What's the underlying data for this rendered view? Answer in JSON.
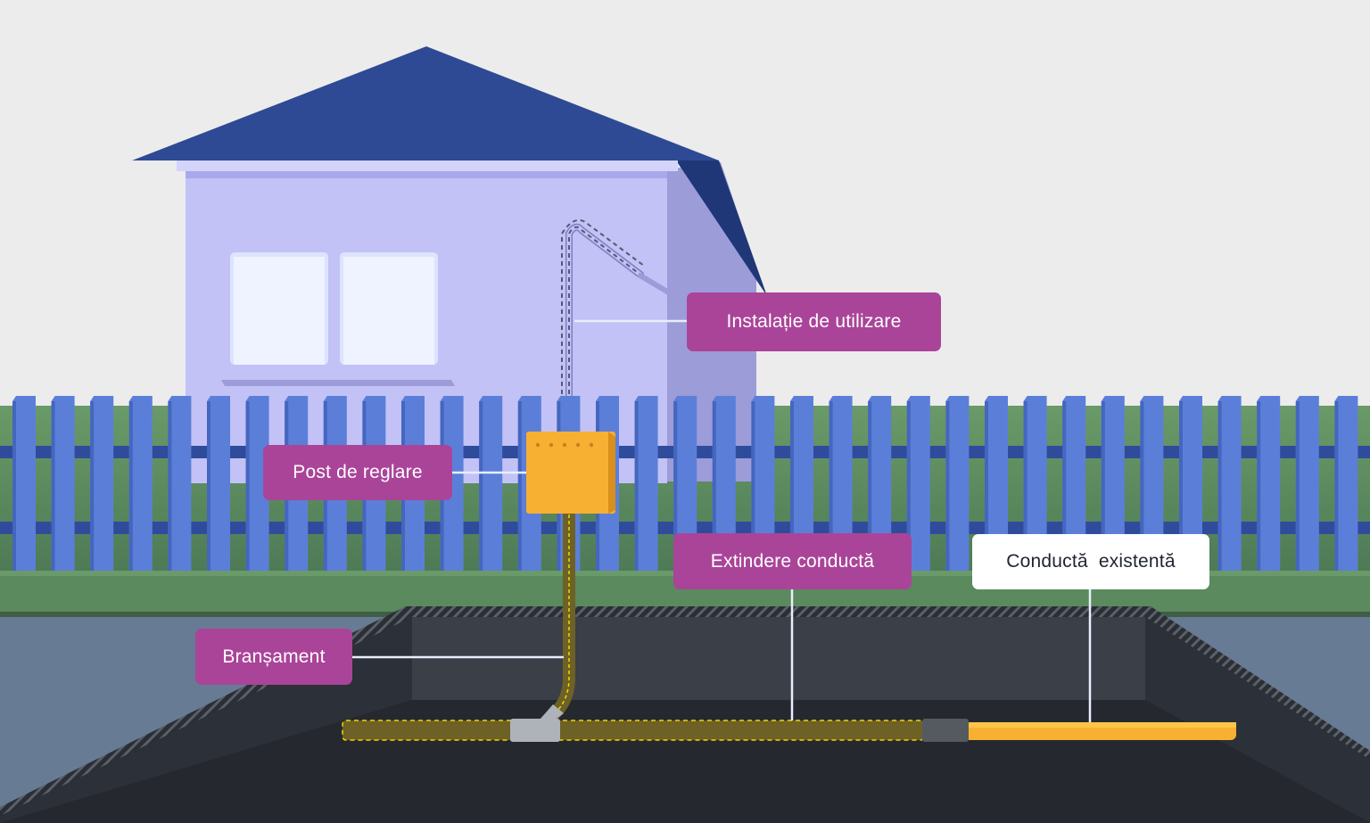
{
  "labels": {
    "instalatie": "Instalație de utilizare",
    "post": "Post de reglare",
    "bransament": "Branșament",
    "extindere": "Extindere conductă",
    "existenta": "Conductă  existentă"
  },
  "colors": {
    "sky": "#ececec",
    "roof": "#2e4a94",
    "roof_side": "#1f3777",
    "house_wall": "#c2c2f6",
    "house_side": "#9c9cd9",
    "window": "#eef3ff",
    "fence": "#5b7fd9",
    "fence_rail": "#2f4c9c",
    "grass": "#5a8a5e",
    "ground": "#687b95",
    "trench": "#2b2f37",
    "regulator_box": "#f7b032",
    "existing_pipe": "#f7b032",
    "extension_pipe": "#6e6126",
    "label_magenta": "#aa4499",
    "label_white": "#ffffff"
  }
}
